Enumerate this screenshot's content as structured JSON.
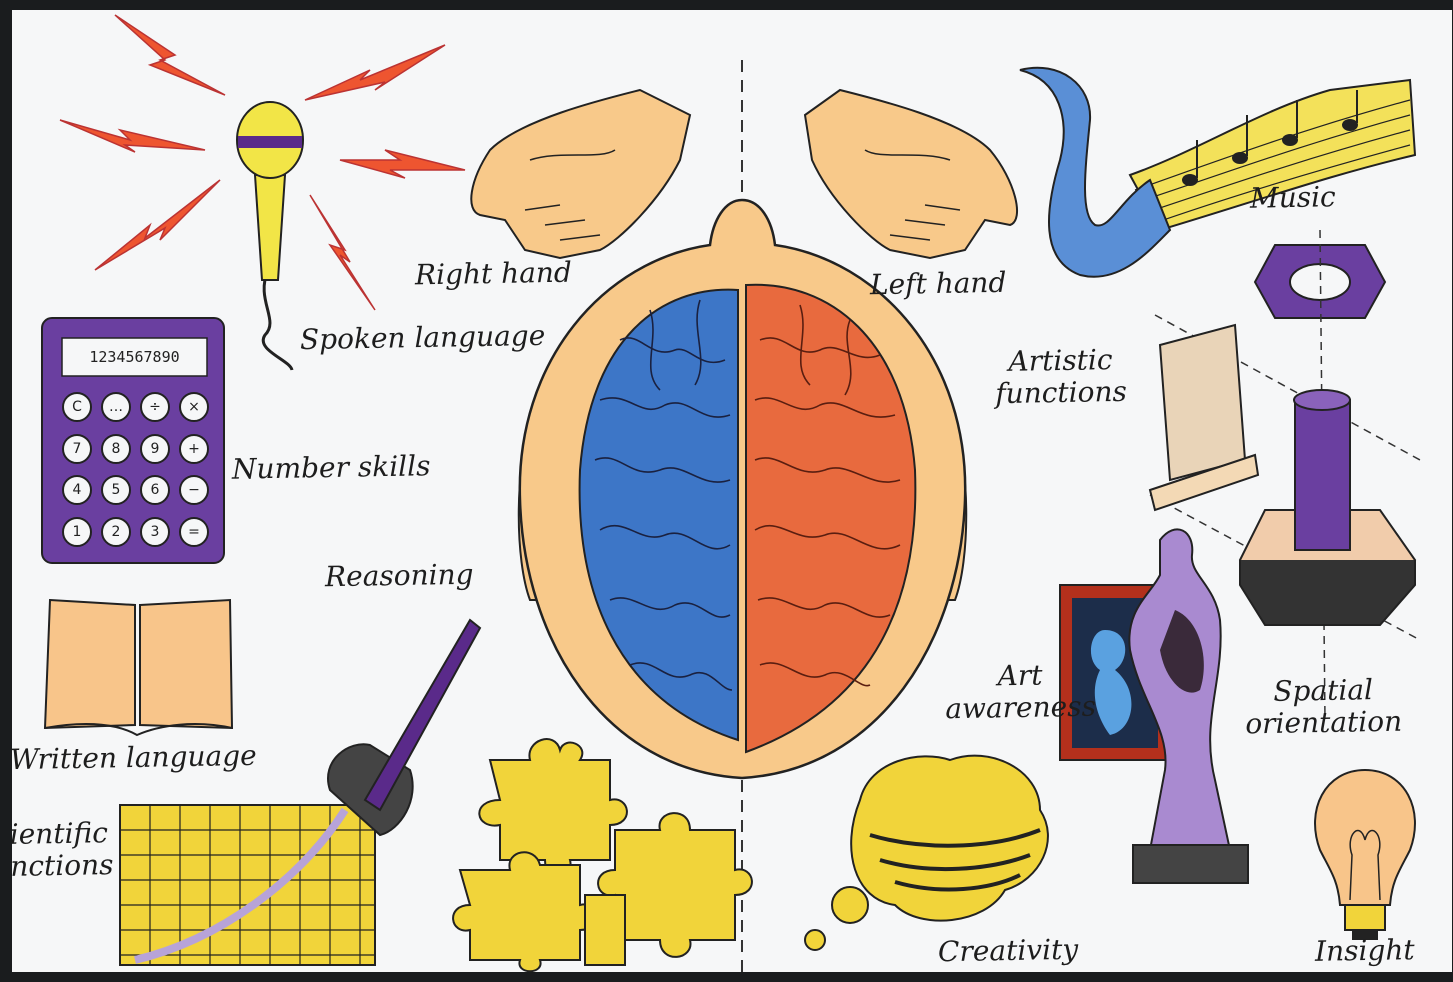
{
  "labels": {
    "spoken_language": "Spoken language",
    "right_hand": "Right hand",
    "left_hand": "Left hand",
    "music": "Music",
    "number_skills": "Number skills",
    "reasoning": "Reasoning",
    "written_language": "Written language",
    "scientific_line1": "ientific",
    "scientific_line2": "nctions",
    "artistic_line1": "Artistic",
    "artistic_line2": "functions",
    "art_line1": "Art",
    "art_line2": "awareness",
    "spatial_line1": "Spatial",
    "spatial_line2": "orientation",
    "creativity": "Creativity",
    "insight": "Insight"
  },
  "calculator": {
    "display": "1234567890",
    "keys": [
      "C",
      "…",
      "÷",
      "×",
      "7",
      "8",
      "9",
      "+",
      "4",
      "5",
      "6",
      "−",
      "1",
      "2",
      "3",
      "="
    ]
  },
  "colors": {
    "paper": "#f6f7f8",
    "left_hemisphere": "#3d76c7",
    "right_hemisphere": "#e86a3e",
    "skin": "#f8c98a",
    "purple": "#6a3fa0",
    "yellow": "#f1d43a",
    "bolt": "#ee5530"
  }
}
